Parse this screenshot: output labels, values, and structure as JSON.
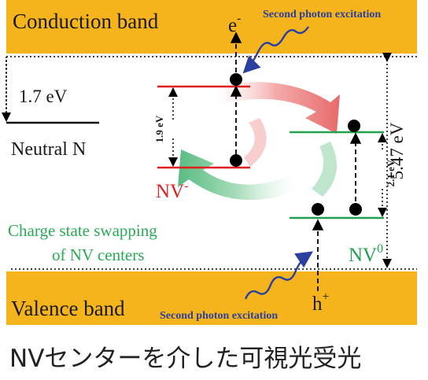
{
  "colors": {
    "band": "#f5b41c",
    "nv_minus": "#e02020",
    "nv_zero": "#20a050",
    "excitation": "#2a3f9f",
    "swap_text": "#2aaa55",
    "electron": "#000000"
  },
  "bands": {
    "conduction": "Conduction band",
    "valence": "Valence band"
  },
  "neutral": {
    "label": "Neutral N",
    "gap": "1.7 eV"
  },
  "nv_minus": {
    "label": "NV",
    "charge": "-",
    "gap": "1.9 eV"
  },
  "nv_zero": {
    "label": "NV",
    "charge": "0",
    "gap": "2.1 eV"
  },
  "bandgap": "5.47 eV",
  "carriers": {
    "electron": "e",
    "electron_sup": "-",
    "hole": "h",
    "hole_sup": "+"
  },
  "excitation": {
    "top": "Second photon excitation",
    "bottom": "Second photon excitation"
  },
  "swap": {
    "line1": "Charge state swapping",
    "line2": "of NV centers"
  },
  "caption": "NVセンターを介した可視光受光"
}
